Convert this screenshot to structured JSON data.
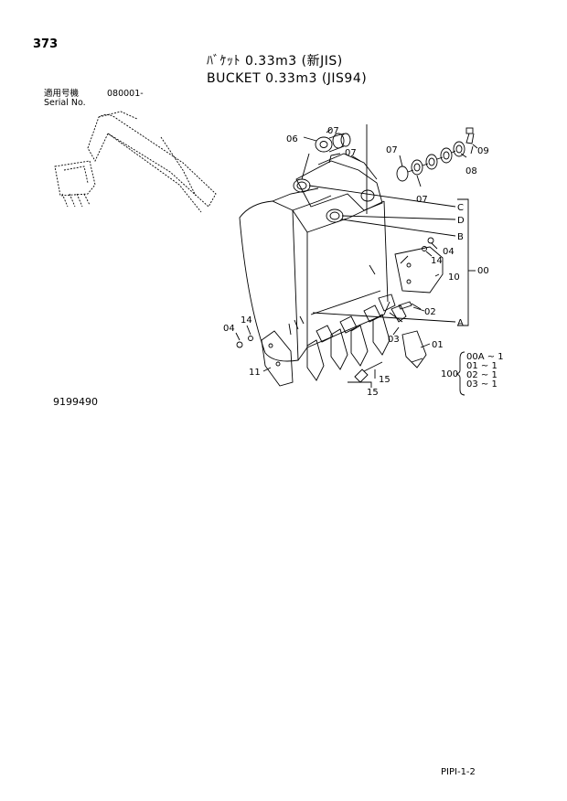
{
  "header": {
    "page_number": "373",
    "title_jp": "ﾊﾞｹｯﾄ 0.33m3 (新JIS)",
    "title_en": "BUCKET 0.33m3 (JIS94)",
    "serial_jp": "適用号機",
    "serial_value": "080001-",
    "serial_en": "Serial No."
  },
  "callouts": {
    "c07a": "07",
    "c06": "06",
    "c07b": "07",
    "c07c": "07",
    "c07d": "07",
    "c09": "09",
    "c08": "08",
    "lC": "C",
    "lD": "D",
    "lB": "B",
    "lA": "A",
    "c04a": "04",
    "c14a": "14",
    "c00": "00",
    "c10": "10",
    "c02": "02",
    "c03": "03",
    "c01": "01",
    "c04b": "04",
    "c14b": "14",
    "c11": "11",
    "c15a": "15",
    "c15b": "15"
  },
  "quantity_table": {
    "group": "100",
    "rows": [
      "00A ~ 1",
      "01  ~ 1",
      "02  ~ 1",
      "03  ~ 1"
    ]
  },
  "footer": {
    "part_code": "9199490",
    "page_ref": "PIPI-1-2"
  }
}
